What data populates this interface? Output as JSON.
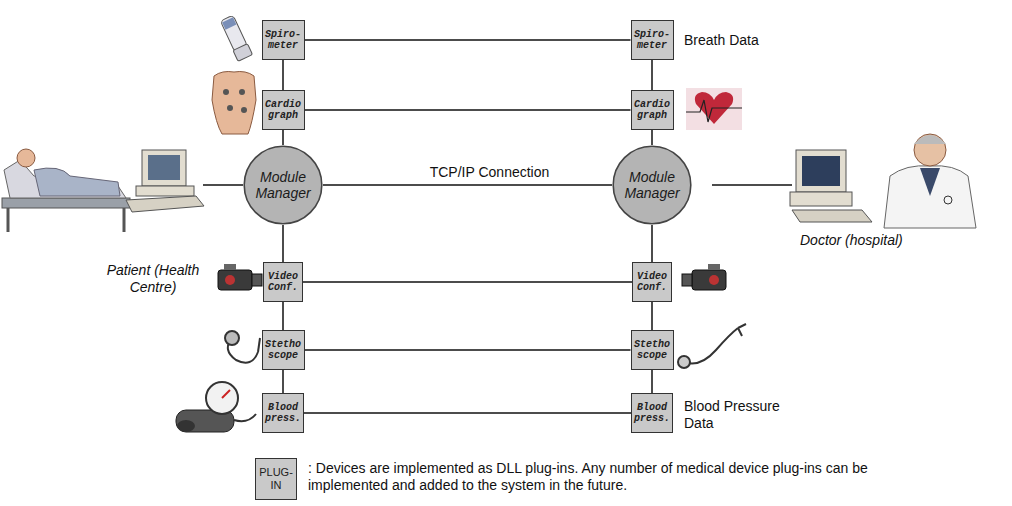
{
  "diagram": {
    "nodes": [
      {
        "text": [
          "Spiro- meter"
        ]
      },
      {
        "text": [
          "Spiro- meter"
        ]
      },
      {
        "text": [
          "Cardio graph"
        ]
      },
      {
        "text": [
          "Cardio graph"
        ]
      },
      {
        "text": [
          "Module Manager"
        ]
      },
      {
        "text": [
          "Module Manager"
        ]
      },
      {
        "text": [
          "Video Conf."
        ]
      },
      {
        "text": [
          "Video Conf."
        ]
      },
      {
        "text": [
          "Stetho scope"
        ]
      },
      {
        "text": [
          "Stetho scope"
        ]
      },
      {
        "text": [
          "Blood press."
        ]
      },
      {
        "text": [
          "Blood press."
        ]
      },
      {
        "text": [
          "PLUG- IN"
        ]
      }
    ],
    "edges": [
      {
        "from": 0,
        "to": 1,
        "arrow": "none"
      },
      {
        "from": 2,
        "to": 3,
        "arrow": "none"
      },
      {
        "from": 4,
        "to": 5,
        "label": "TCP/IP Connection",
        "arrow": "none"
      },
      {
        "from": 6,
        "to": 7,
        "arrow": "none"
      },
      {
        "from": 8,
        "to": 9,
        "arrow": "none"
      },
      {
        "from": 10,
        "to": 11,
        "arrow": "none"
      },
      {
        "from": 0,
        "to": 2,
        "arrow": "none"
      },
      {
        "from": 2,
        "to": 4,
        "arrow": "none"
      },
      {
        "from": 4,
        "to": 6,
        "arrow": "none"
      },
      {
        "from": 6,
        "to": 8,
        "arrow": "none"
      },
      {
        "from": 8,
        "to": 10,
        "arrow": "none"
      },
      {
        "from": 1,
        "to": 3,
        "arrow": "none"
      },
      {
        "from": 3,
        "to": 5,
        "arrow": "none"
      },
      {
        "from": 5,
        "to": 7,
        "arrow": "none"
      },
      {
        "from": 7,
        "to": 9,
        "arrow": "none"
      },
      {
        "from": 9,
        "to": 11,
        "arrow": "none"
      }
    ],
    "labels": [
      "Breath Data",
      "Patient (Health Centre)",
      "Doctor (hospital)",
      "Blood Pressure Data"
    ],
    "legend": [
      {
        "text": ": Devices are implemented as DLL plug-ins. Any number of medical device plug-ins can be implemented and added to the system in the future."
      }
    ]
  }
}
